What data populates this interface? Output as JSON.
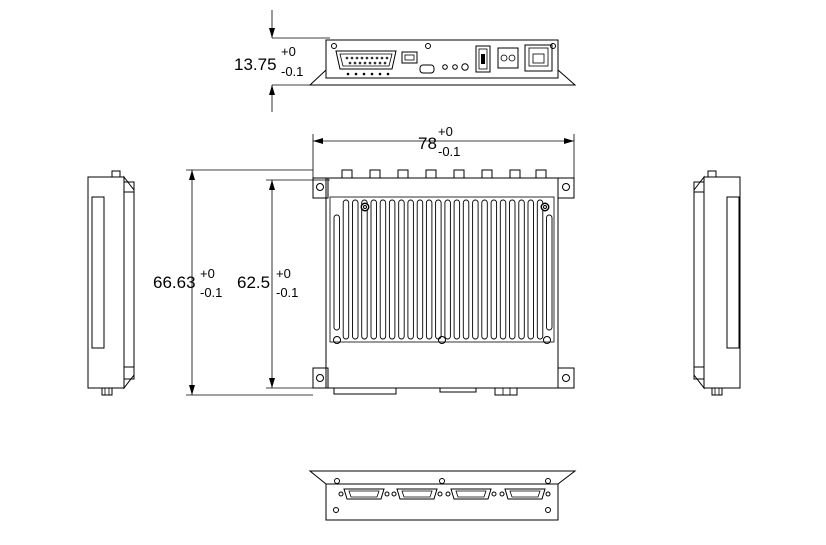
{
  "dimensions": {
    "height": {
      "value": "13.75",
      "tol_upper": "+0",
      "tol_lower": "-0.1"
    },
    "width": {
      "value": "78",
      "tol_upper": "+0",
      "tol_lower": "-0.1"
    },
    "depth_outer": {
      "value": "66.63",
      "tol_upper": "+0",
      "tol_lower": "-0.1"
    },
    "depth_inner": {
      "value": "62.5",
      "tol_upper": "+0",
      "tol_lower": "-0.1"
    }
  },
  "views": [
    "front-view",
    "top-view",
    "left-side-view",
    "right-side-view",
    "bottom-view"
  ],
  "colors": {
    "line": "#000000",
    "background": "#ffffff"
  }
}
